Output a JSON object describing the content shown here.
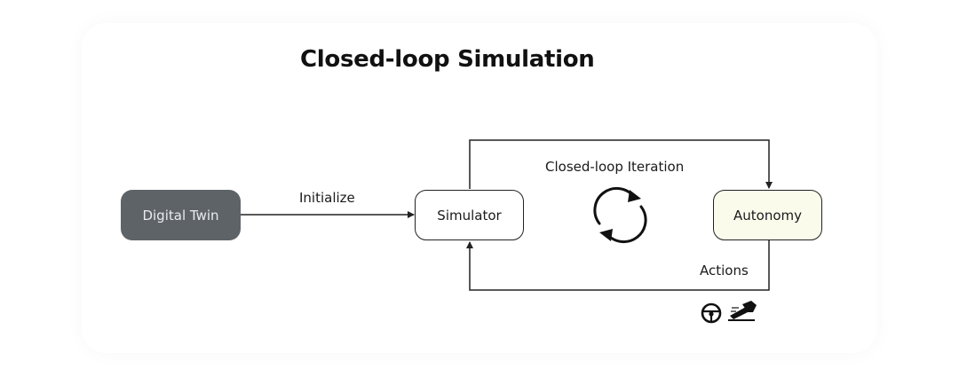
{
  "title": "Closed-loop Simulation",
  "nodes": {
    "digital_twin": "Digital Twin",
    "simulator": "Simulator",
    "autonomy": "Autonomy"
  },
  "edge_labels": {
    "initialize": "Initialize",
    "closed_loop_iteration": "Closed-loop Iteration",
    "actions": "Actions"
  },
  "icons": [
    "refresh-cycle-icon",
    "steering-wheel-icon",
    "pedal-icon"
  ],
  "colors": {
    "digital_twin_fill": "#5e6367",
    "autonomy_fill": "#fbfbec",
    "line": "#222222"
  }
}
